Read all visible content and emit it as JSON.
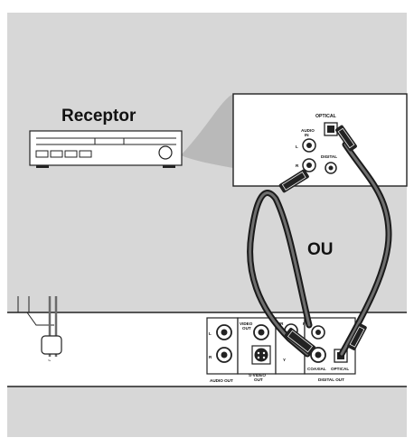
{
  "receiver": {
    "title": "Receptor"
  },
  "receiver_panel": {
    "optical": "OPTICAL",
    "audio_in": "AUDIO",
    "audio_in_2": "IN",
    "left": "L",
    "right": "R",
    "digital": "DIGITAL"
  },
  "or_label": "OU",
  "player_panel": {
    "left": "L",
    "right": "R",
    "audio_out": "AUDIO OUT",
    "video_out": "VIDEO",
    "video_out_2": "OUT",
    "svideo_out": "S-VIDEO",
    "svideo_out_2": "OUT",
    "pr": "PR",
    "pb": "PB",
    "y": "Y",
    "coaxial": "COAXIAL",
    "optical": "OPTICAL",
    "digital_out": "DIGITAL OUT"
  },
  "colors": {
    "background": "#d7d7d7",
    "panel": "#ffffff",
    "cable": "#1a1a1a",
    "callout": "#b9b9b9"
  }
}
